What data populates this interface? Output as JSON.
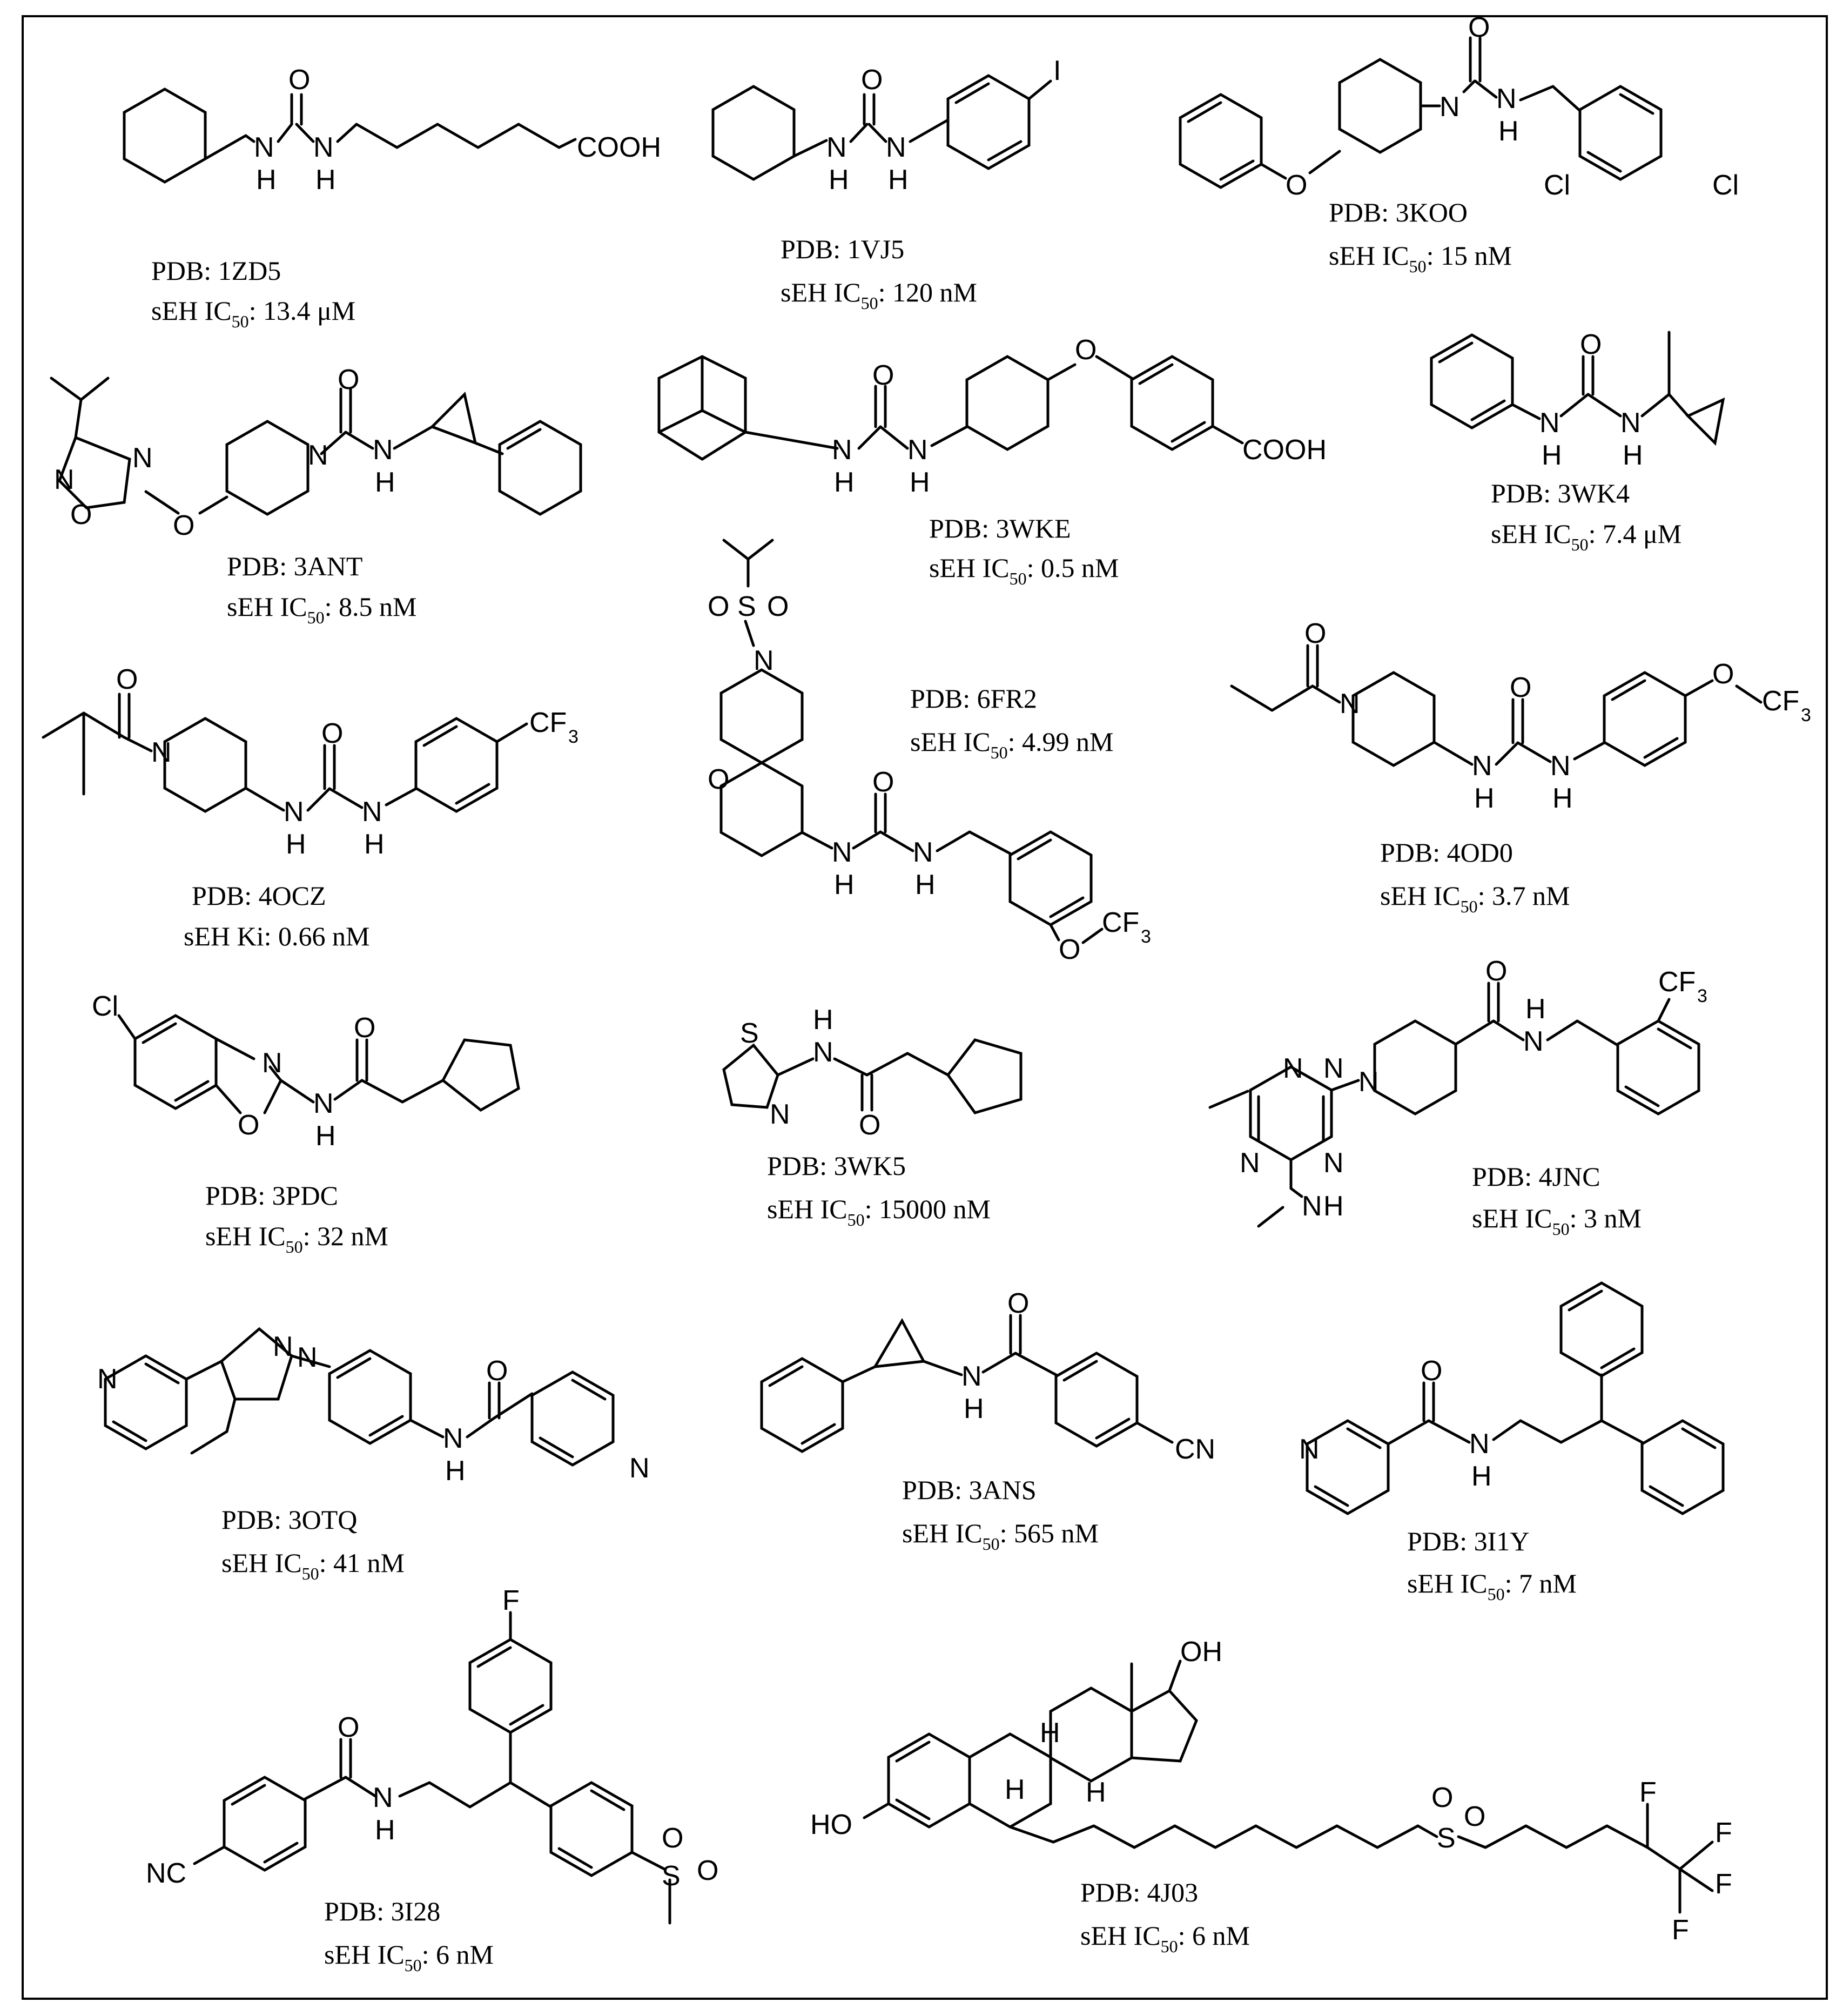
{
  "compounds": [
    {
      "id": "c1",
      "pdb": "PDB: 1ZD5",
      "activity_prefix": "sEH IC",
      "activity_sub": "50",
      "activity_value": ": 13.4 μM"
    },
    {
      "id": "c2",
      "pdb": "PDB: 1VJ5",
      "activity_prefix": "sEH IC",
      "activity_sub": "50",
      "activity_value": ": 120 nM"
    },
    {
      "id": "c3",
      "pdb": "PDB: 3KOO",
      "activity_prefix": "sEH IC",
      "activity_sub": "50",
      "activity_value": ": 15 nM"
    },
    {
      "id": "c4",
      "pdb": "PDB: 3ANT",
      "activity_prefix": "sEH IC",
      "activity_sub": "50",
      "activity_value": ": 8.5 nM"
    },
    {
      "id": "c5",
      "pdb": "PDB: 3WKE",
      "activity_prefix": "sEH IC",
      "activity_sub": "50",
      "activity_value": ": 0.5 nM"
    },
    {
      "id": "c6",
      "pdb": "PDB: 3WK4",
      "activity_prefix": "sEH IC",
      "activity_sub": "50",
      "activity_value": ": 7.4 μM"
    },
    {
      "id": "c7",
      "pdb": "PDB: 6FR2",
      "activity_prefix": "sEH IC",
      "activity_sub": "50",
      "activity_value": ": 4.99 nM"
    },
    {
      "id": "c8",
      "pdb": "PDB: 4OCZ",
      "activity_prefix": "sEH Ki: 0.66 nM",
      "activity_sub": "",
      "activity_value": ""
    },
    {
      "id": "c9",
      "pdb": "PDB: 4OD0",
      "activity_prefix": "sEH IC",
      "activity_sub": "50",
      "activity_value": ": 3.7 nM"
    },
    {
      "id": "c10",
      "pdb": "PDB: 3PDC",
      "activity_prefix": "sEH IC",
      "activity_sub": "50",
      "activity_value": ": 32 nM"
    },
    {
      "id": "c11",
      "pdb": "PDB: 3WK5",
      "activity_prefix": "sEH IC",
      "activity_sub": "50",
      "activity_value": ": 15000 nM"
    },
    {
      "id": "c12",
      "pdb": "PDB: 4JNC",
      "activity_prefix": "sEH IC",
      "activity_sub": "50",
      "activity_value": ": 3  nM"
    },
    {
      "id": "c13",
      "pdb": "PDB: 3OTQ",
      "activity_prefix": "sEH IC",
      "activity_sub": "50",
      "activity_value": ": 41 nM"
    },
    {
      "id": "c14",
      "pdb": "PDB: 3ANS",
      "activity_prefix": "sEH IC",
      "activity_sub": "50",
      "activity_value": ": 565 nM"
    },
    {
      "id": "c15",
      "pdb": "PDB: 3I1Y",
      "activity_prefix": "sEH IC",
      "activity_sub": "50",
      "activity_value": ": 7 nM"
    },
    {
      "id": "c16",
      "pdb": "PDB: 3I28",
      "activity_prefix": "sEH IC",
      "activity_sub": "50",
      "activity_value": ": 6 nM"
    },
    {
      "id": "c17",
      "pdb": "PDB: 4J03",
      "activity_prefix": "sEH IC",
      "activity_sub": "50",
      "activity_value": ": 6 nM"
    }
  ],
  "atoms": {
    "N": "N",
    "H": "H",
    "O": "O",
    "Cl": "Cl",
    "I": "I",
    "F": "F",
    "S": "S",
    "HO": "HO",
    "OH": "OH",
    "NC": "NC",
    "CN": "CN",
    "COOH": "COOH",
    "CF": "CF",
    "three": "3"
  }
}
